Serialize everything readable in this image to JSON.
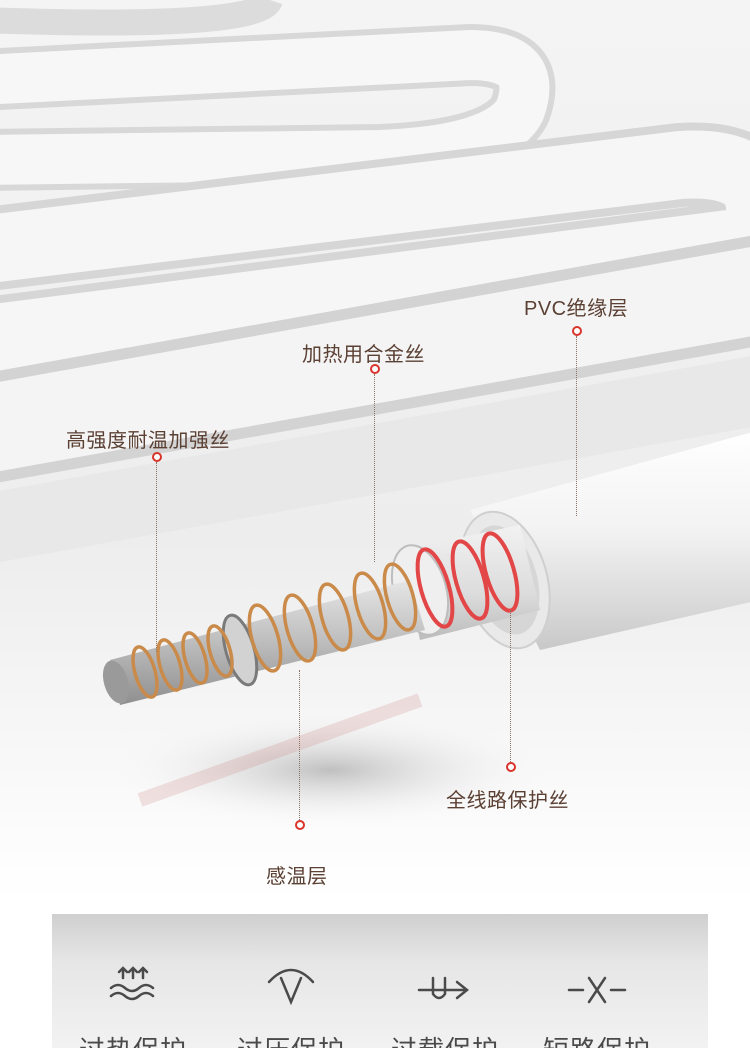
{
  "callouts": {
    "pvc": "PVC绝缘层",
    "alloy": "加热用合金丝",
    "reinforce": "高强度耐温加强丝",
    "protect": "全线路保护丝",
    "sense": "感温层"
  },
  "features": [
    {
      "label": "过热保护",
      "icon": "heat-waves-icon"
    },
    {
      "label": "过压保护",
      "icon": "voltage-v-icon"
    },
    {
      "label": "过载保护",
      "icon": "overload-arrow-icon"
    },
    {
      "label": "短路保护",
      "icon": "short-circuit-x-icon"
    }
  ],
  "colors": {
    "label_text": "#5b4034",
    "marker_red": "#d9342b",
    "copper_wire": "#c98a4a",
    "tube_white": "#f5f5f5"
  }
}
